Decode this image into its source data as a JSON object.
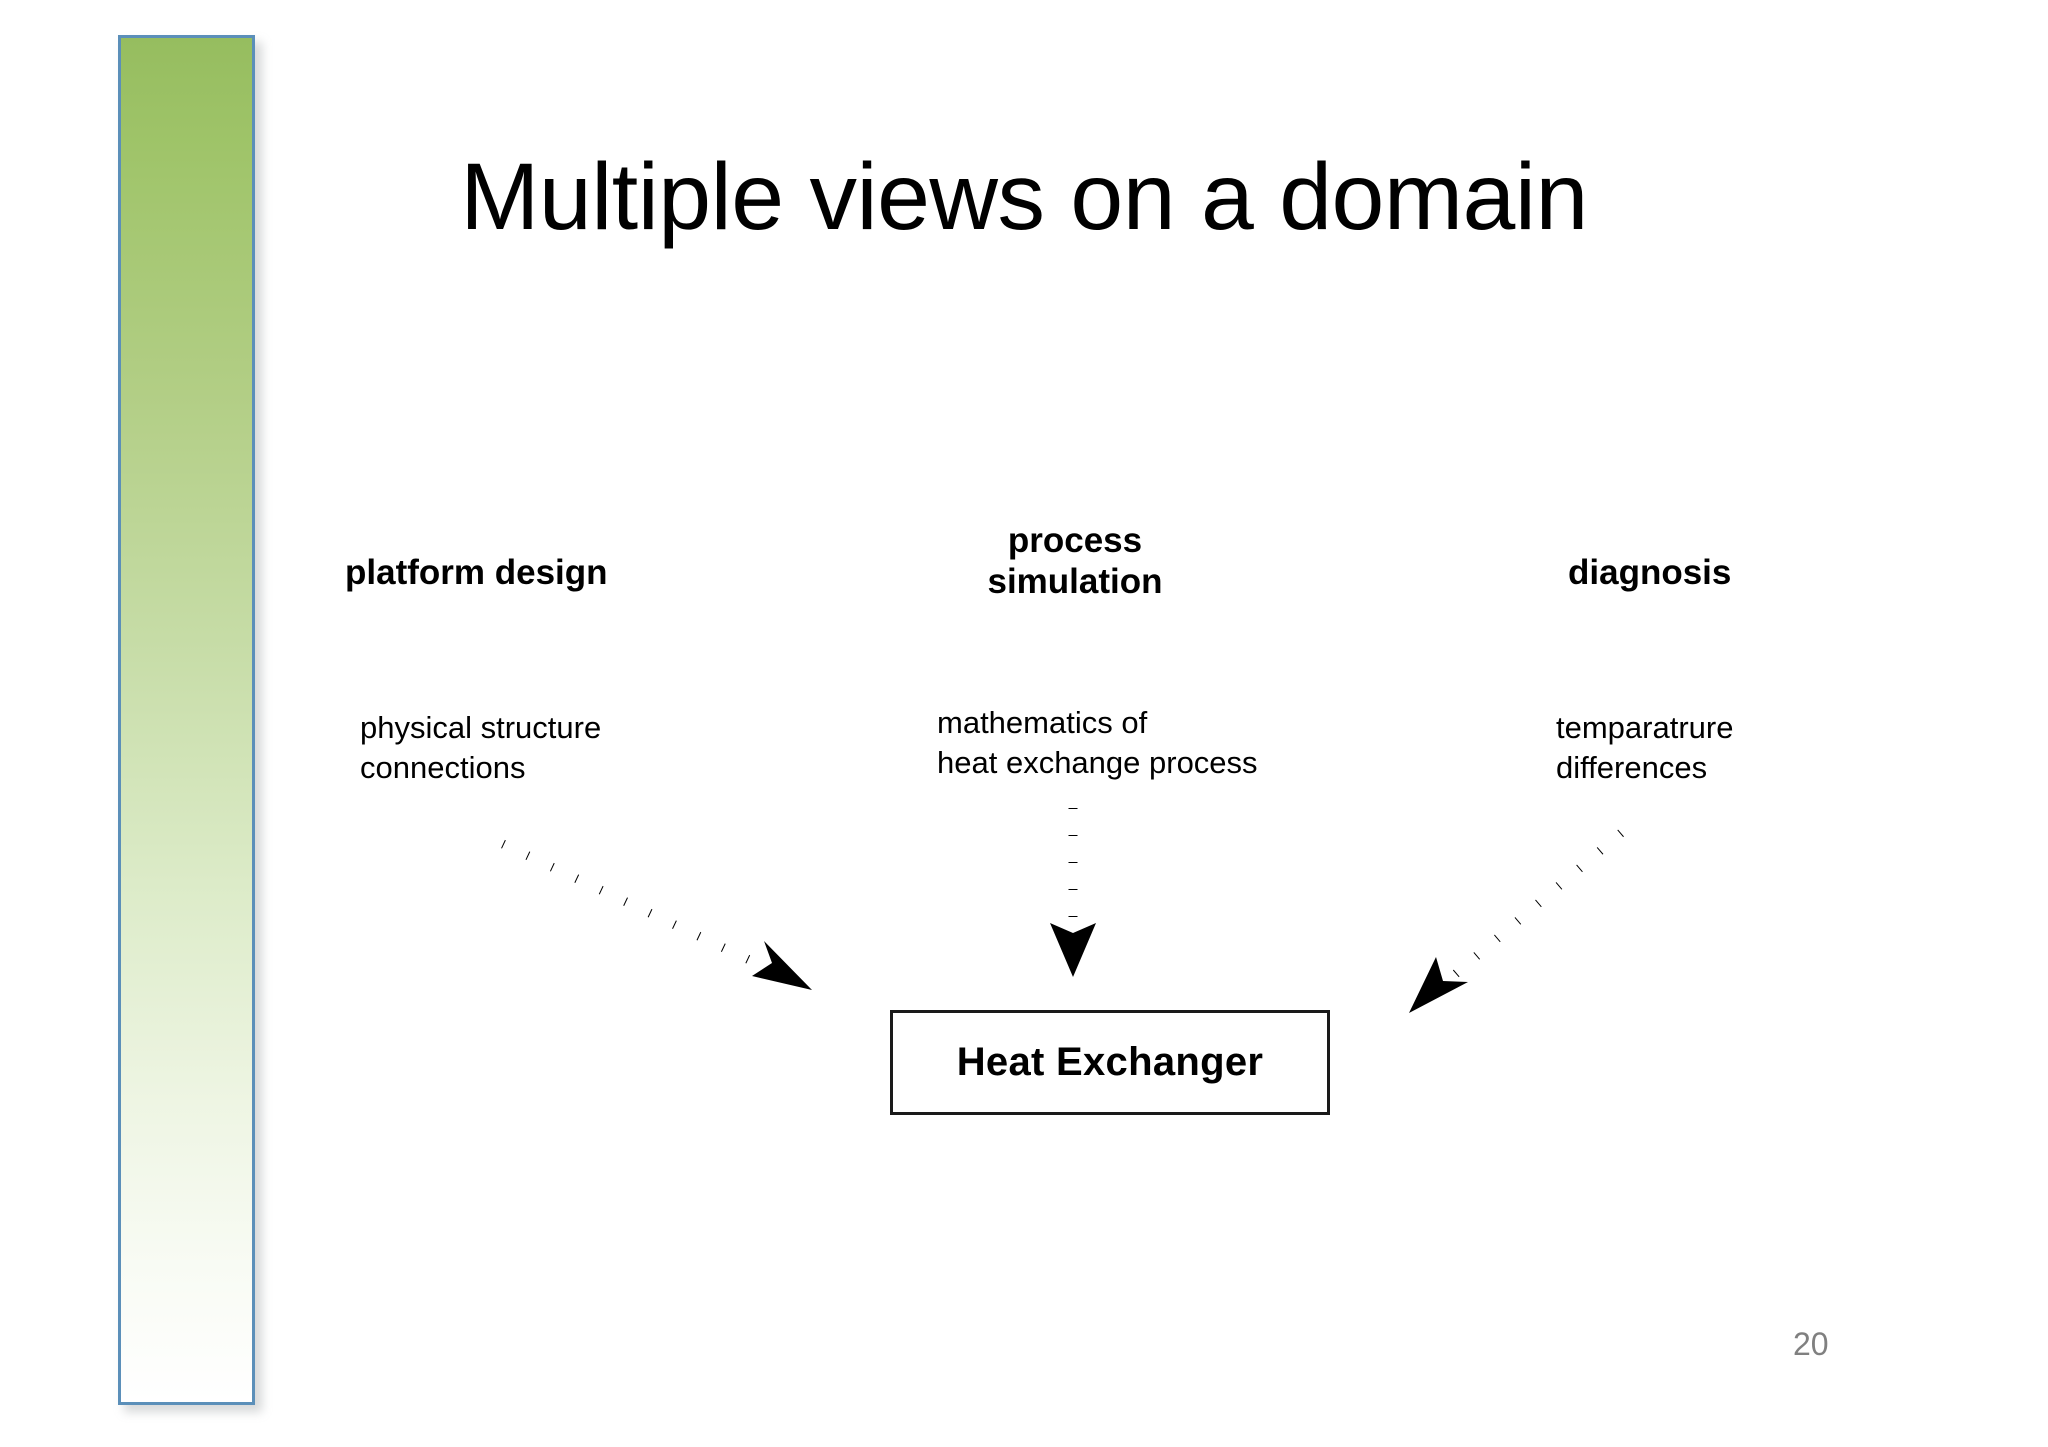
{
  "slide": {
    "title": "Multiple views on a domain",
    "page_number": "20",
    "background_color": "#ffffff"
  },
  "decor": {
    "side_bar": {
      "name": "left-gradient-bar",
      "gradient_top_color": "#96bd5f",
      "gradient_bottom_color": "#ffffff",
      "border_color": "#5b8fb9"
    }
  },
  "columns": [
    {
      "id": "platform-design",
      "header": "platform design",
      "body": "physical structure\nconnections"
    },
    {
      "id": "process-simulation",
      "header": "process\nsimulation",
      "body": "mathematics of\nheat exchange process"
    },
    {
      "id": "diagnosis",
      "header": "diagnosis",
      "body": "temparatrure\ndifferences"
    }
  ],
  "center_entity": {
    "label": "Heat Exchanger",
    "border_color": "#1a1a1a",
    "fill_color": "#ffffff"
  },
  "arrows": [
    {
      "id": "arrow-platform-design-to-entity",
      "from_column": "platform-design",
      "to": "center_entity",
      "style": "dotted",
      "color": "#000000"
    },
    {
      "id": "arrow-process-simulation-to-entity",
      "from_column": "process-simulation",
      "to": "center_entity",
      "style": "dotted",
      "color": "#000000"
    },
    {
      "id": "arrow-diagnosis-to-entity",
      "from_column": "diagnosis",
      "to": "center_entity",
      "style": "dotted",
      "color": "#000000"
    }
  ]
}
